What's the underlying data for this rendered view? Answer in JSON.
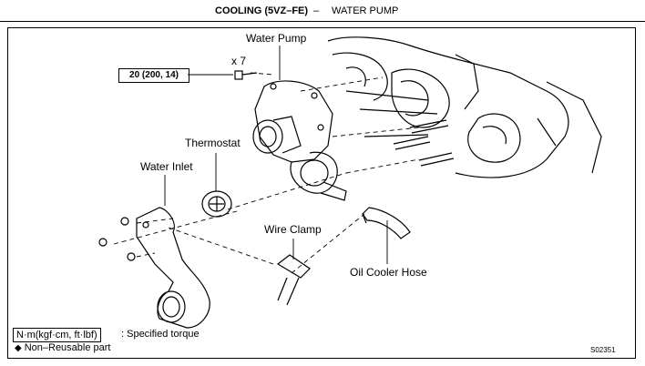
{
  "header": {
    "title": "COOLING (5VZ–FE)",
    "separator": "–",
    "subtitle": "WATER PUMP"
  },
  "labels": {
    "water_pump": "Water Pump",
    "quantity": "x 7",
    "torque": "20 (200, 14)",
    "thermostat": "Thermostat",
    "water_inlet": "Water Inlet",
    "wire_clamp": "Wire Clamp",
    "oil_cooler_hose": "Oil Cooler Hose"
  },
  "legend": {
    "torque_unit": "N·m(kgf·cm, ft·lbf)",
    "torque_desc": ": Specified torque",
    "non_reusable_symbol": "◆",
    "non_reusable_text": "Non–Reusable part"
  },
  "figure_code": "S02351"
}
